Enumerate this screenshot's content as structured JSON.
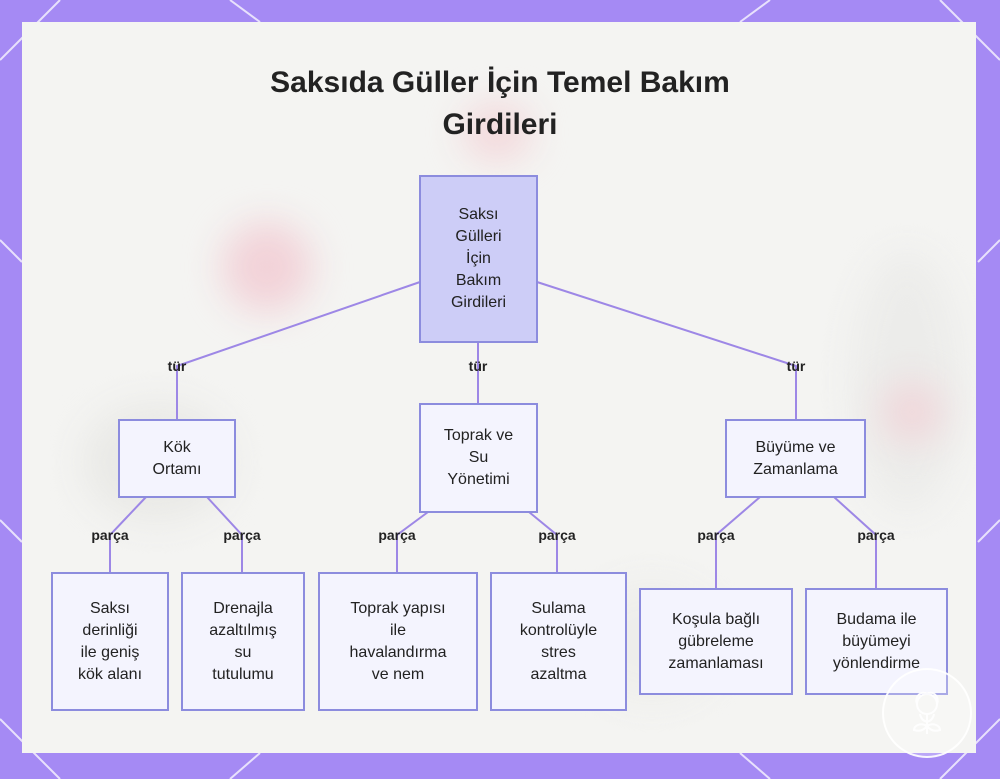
{
  "title": "Saksıda Güller İçin Temel Bakım Girdileri",
  "colors": {
    "frame": "#a58af4",
    "node_border": "#8c8cde",
    "node_fill": "#f4f4fe",
    "root_fill": "#cdcdf7",
    "edge": "#9d87e6"
  },
  "nodes": {
    "root": "Saksı\nGülleri\nİçin\nBakım\nGirdileri",
    "kok": "Kök\nOrtamı",
    "toprak": "Toprak ve\nSu\nYönetimi",
    "buyume": "Büyüme ve\nZamanlama",
    "leaf1": "Saksı\nderinliği\nile geniş\nkök alanı",
    "leaf2": "Drenajla\nazaltılmış\nsu\ntutulumu",
    "leaf3": "Toprak yapısı\nile\nhavalandırma\nve nem",
    "leaf4": "Sulama\nkontrolüyle\nstres\nazaltma",
    "leaf5": "Koşula bağlı\ngübreleme\nzamanlaması",
    "leaf6": "Budama ile\nbüyümeyi\nyönlendirme"
  },
  "edge_labels": {
    "tur1": "tür",
    "tur2": "tür",
    "tur3": "tür",
    "parca1": "parça",
    "parca2": "parça",
    "parca3": "parça",
    "parca4": "parça",
    "parca5": "parça",
    "parca6": "parça"
  },
  "icons": {
    "badge": "rose-badge-icon"
  }
}
